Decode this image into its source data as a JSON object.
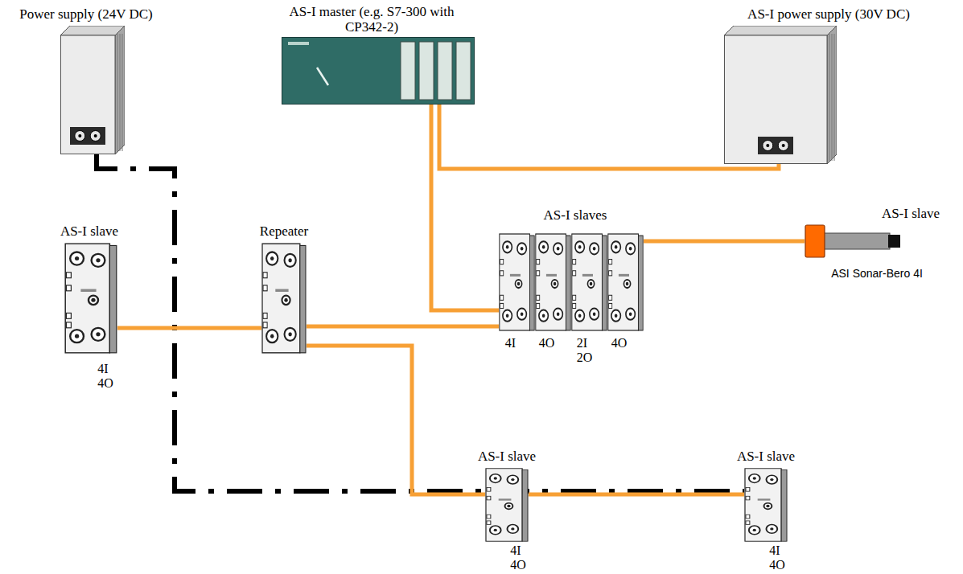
{
  "diagram": {
    "nodes": [
      {
        "text": [
          "Power supply (24V DC)"
        ]
      },
      {
        "text": [
          "AS-I master (e.g. S7-300 with CP342-2)"
        ]
      },
      {
        "text": [
          "AS-I power supply (30V DC)"
        ]
      },
      {
        "text": [
          "AS-I slave",
          "4I 4O"
        ]
      },
      {
        "text": [
          "Repeater"
        ]
      },
      {
        "text": [
          "AS-I slaves"
        ]
      },
      {
        "text": [
          "4I"
        ],
        "in": 5
      },
      {
        "text": [
          "4O"
        ],
        "in": 5
      },
      {
        "text": [
          "2I 2O"
        ],
        "in": 5
      },
      {
        "text": [
          "4O"
        ],
        "in": 5
      },
      {
        "text": [
          "AS-I slave",
          "ASI Sonar-Bero 4I"
        ]
      },
      {
        "text": [
          "AS-I slave",
          "4I 4O"
        ]
      },
      {
        "text": [
          "AS-I slave",
          "4I 4O"
        ]
      }
    ],
    "edges": [
      {
        "from": 1,
        "to": 2,
        "arrow": "none"
      },
      {
        "from": 1,
        "to": 6,
        "arrow": "none"
      },
      {
        "from": 4,
        "to": 3,
        "arrow": "none"
      },
      {
        "from": 4,
        "to": 6,
        "arrow": "none"
      },
      {
        "from": 4,
        "to": 11,
        "arrow": "none"
      },
      {
        "from": 11,
        "to": 12,
        "arrow": "none"
      },
      {
        "from": 9,
        "to": 10,
        "arrow": "none"
      },
      {
        "from": 0,
        "to": 12,
        "arrow": "none"
      }
    ]
  }
}
